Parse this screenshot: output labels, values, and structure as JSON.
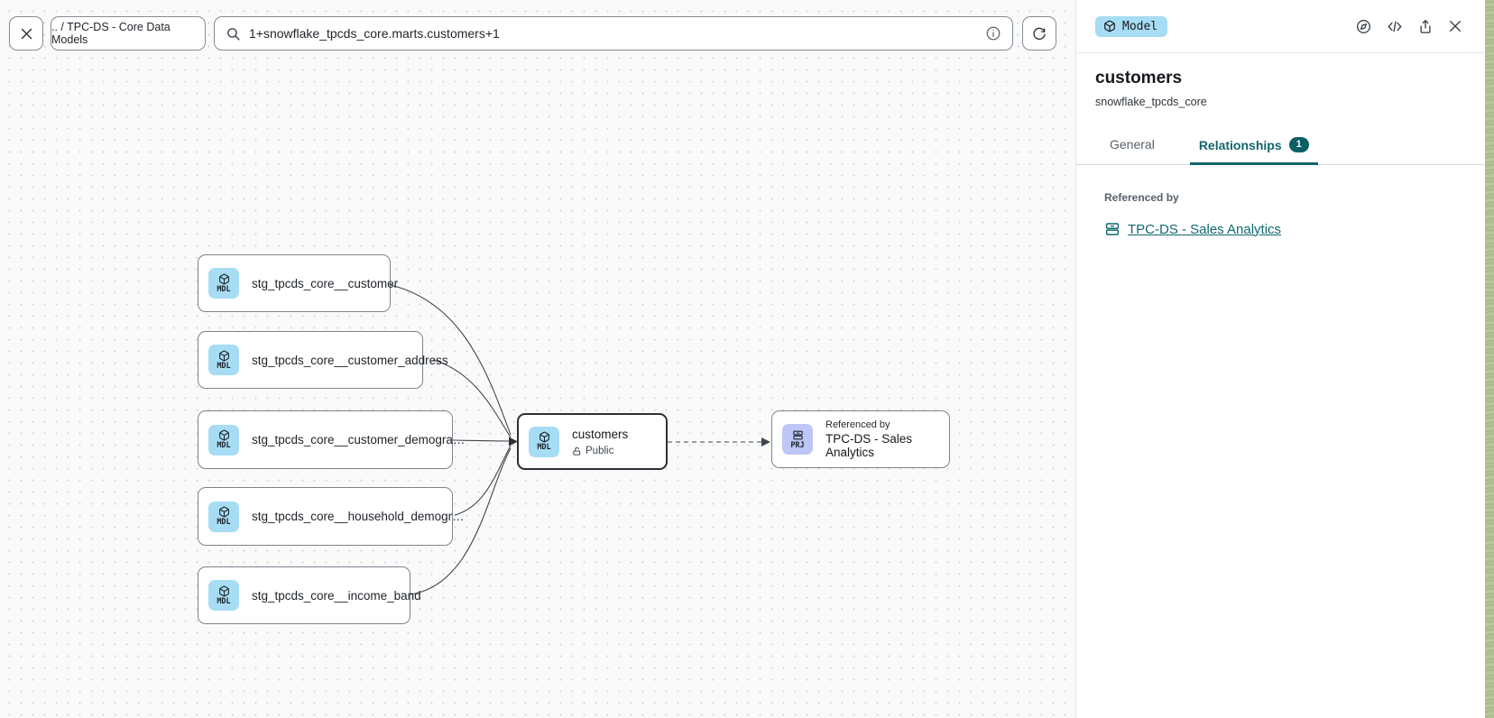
{
  "toolbar": {
    "breadcrumb": ".. / TPC-DS - Core Data Models",
    "search_value": "1+snowflake_tpcds_core.marts.customers+1"
  },
  "icons": {
    "close": "close-icon (x)",
    "search": "magnifier",
    "info": "circled-i",
    "refresh": "circular-arrow",
    "model_cube": "3d-cube",
    "project": "archive-drawers",
    "compass": "compass-explore",
    "code": "angle-brackets",
    "share": "box-with-up-arrow",
    "lock_open": "open-padlock"
  },
  "canvas": {
    "nodes": [
      {
        "badge": "MDL",
        "label": "stg_tpcds_core__customer"
      },
      {
        "badge": "MDL",
        "label": "stg_tpcds_core__customer_address"
      },
      {
        "badge": "MDL",
        "label": "stg_tpcds_core__customer_demogra…"
      },
      {
        "badge": "MDL",
        "label": "stg_tpcds_core__household_demogr…"
      },
      {
        "badge": "MDL",
        "label": "stg_tpcds_core__income_band"
      }
    ],
    "selected_node": {
      "badge": "MDL",
      "title": "customers",
      "visibility": "Public"
    },
    "reference_node": {
      "badge": "PRJ",
      "caption": "Referenced by",
      "title": "TPC-DS - Sales Analytics"
    }
  },
  "panel": {
    "type_badge": "Model",
    "title": "customers",
    "subtitle": "snowflake_tpcds_core",
    "tabs": [
      {
        "label": "General"
      },
      {
        "label": "Relationships",
        "count": "1"
      }
    ],
    "section_label": "Referenced by",
    "reference_link": "TPC-DS - Sales Analytics"
  },
  "colors": {
    "accent_teal": "#13656c",
    "badge_count_teal": "#0d5f66",
    "model_badge_blue": "#a7ddf4",
    "project_badge_purple": "#bdc6f5",
    "canvas_bg": "#fafafa",
    "node_border": "#7d848e",
    "selected_node_border": "#2b3036",
    "edge": "#3f454d"
  }
}
